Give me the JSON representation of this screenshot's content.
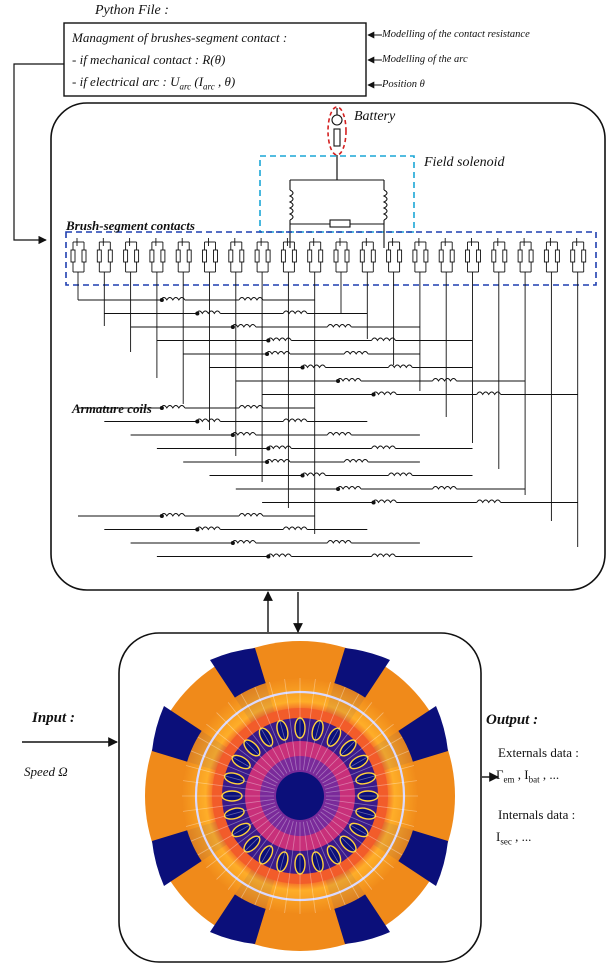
{
  "python_file": {
    "title": "Python File :",
    "line1": "Managment of brushes-segment contact :",
    "line2": "- if mechanical contact : R(θ)",
    "line3_prefix": "- if electrical arc : U",
    "line3_sub": "arc",
    "line3_mid": " (I",
    "line3_sub2": "arc",
    "line3_suffix": " , θ)",
    "annotations": [
      "Modelling of the contact resistance",
      "Modelling of the arc",
      "Position θ"
    ]
  },
  "circuit": {
    "battery_label": "Battery",
    "field_solenoid_label": "Field solenoid",
    "brush_contacts_label": "Brush-segment contacts",
    "armature_coils_label": "Armature coils",
    "segment_count": 20
  },
  "motor": {
    "input_label": "Input :",
    "speed_label": "Speed Ω",
    "output_label": "Output :",
    "externals_label": "Externals data :",
    "externals_values_main": "Γ",
    "externals_values_sub": "em",
    "externals_values_mid": " , I",
    "externals_values_sub2": "bat",
    "externals_values_tail": " , ...",
    "internals_label": "Internals data :",
    "internals_values_main": "I",
    "internals_values_sub": "sec",
    "internals_values_tail": " , ..."
  },
  "colors": {
    "line": "#111111",
    "contacts_box": "#1f3fb0",
    "solenoid_box": "#1aa6d6",
    "battery_ring": "#d42020",
    "fem_outer": "#f08a1a",
    "fem_dark": "#0b0f7a",
    "fem_hot": "#ffd23a",
    "fem_mid": "#c8307a"
  }
}
